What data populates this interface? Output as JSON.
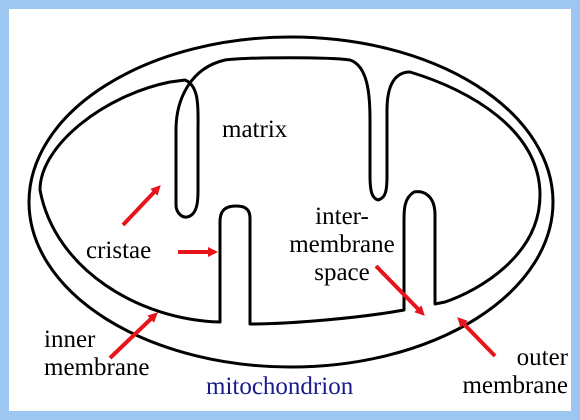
{
  "diagram": {
    "title": "mitochondrion",
    "labels": {
      "matrix": "matrix",
      "cristae": "cristae",
      "intermembrane_line1": "inter-",
      "intermembrane_line2": "membrane",
      "intermembrane_line3": "space",
      "inner_line1": "inner",
      "inner_line2": "membrane",
      "outer_line1": "outer",
      "outer_line2": "membrane"
    },
    "colors": {
      "frame": "#9dc6f0",
      "outline": "#000000",
      "arrow": "#e8141b",
      "title": "#1a1a8c"
    }
  }
}
